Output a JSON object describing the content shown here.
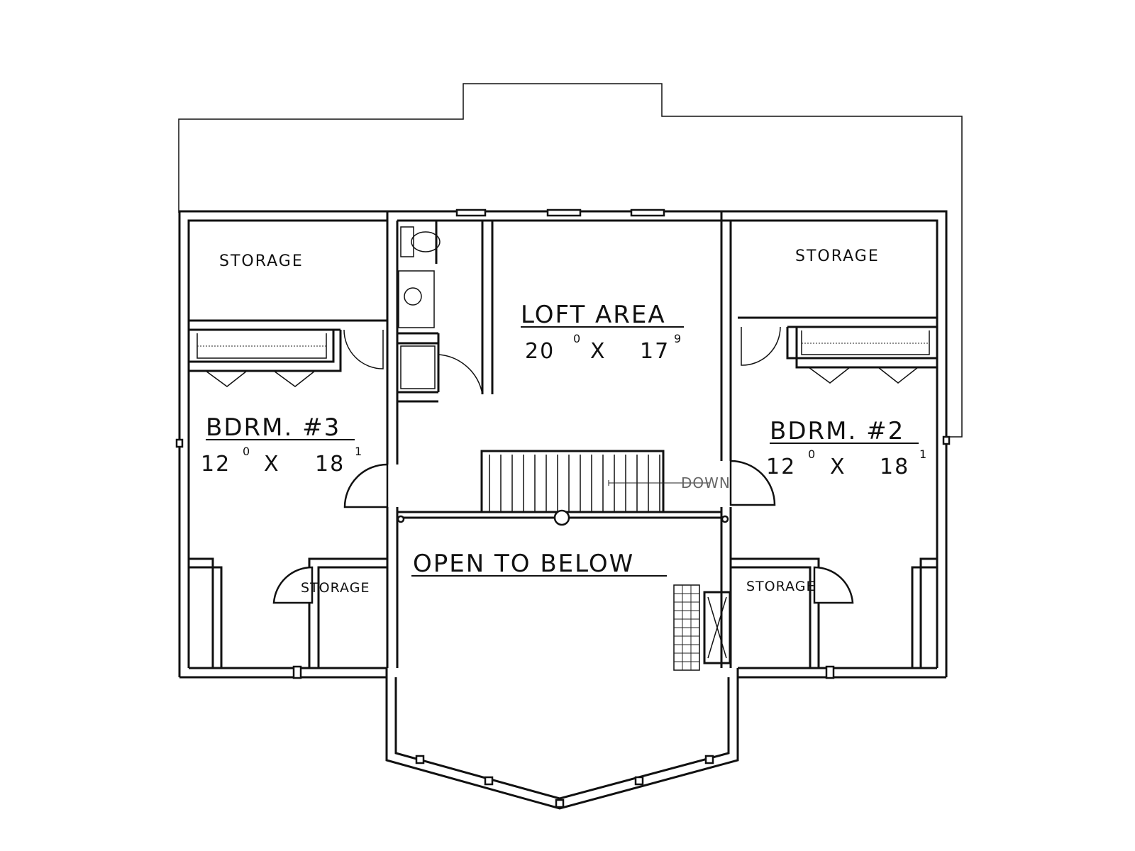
{
  "rooms": {
    "loft": {
      "name": "LOFT AREA",
      "dim_a": "20",
      "dim_a_sup": "0",
      "dim_x": "X",
      "dim_b": "17",
      "dim_b_sup": "9"
    },
    "bdrm3": {
      "name": "BDRM. #3",
      "dim_a": "12",
      "dim_a_sup": "0",
      "dim_x": "X",
      "dim_b": "18",
      "dim_b_sup": "1"
    },
    "bdrm2": {
      "name": "BDRM. #2",
      "dim_a": "12",
      "dim_a_sup": "0",
      "dim_x": "X",
      "dim_b": "18",
      "dim_b_sup": "1"
    },
    "open_below": {
      "name": "OPEN TO BELOW"
    },
    "storage_top_left": {
      "name": "STORAGE"
    },
    "storage_top_right": {
      "name": "STORAGE"
    },
    "storage_bottom_left": {
      "name": "STORAGE"
    },
    "storage_bottom_right": {
      "name": "STORAGE"
    }
  },
  "stair": {
    "label": "DOWN"
  }
}
